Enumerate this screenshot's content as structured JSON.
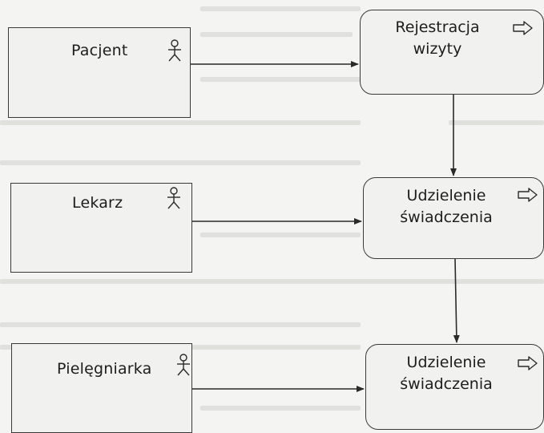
{
  "actors": [
    {
      "id": "pacjent",
      "label": "Pacjent",
      "icon": "actor-icon"
    },
    {
      "id": "lekarz",
      "label": "Lekarz",
      "icon": "actor-icon"
    },
    {
      "id": "pielegniarka",
      "label": "Pielęgniarka",
      "icon": "actor-icon"
    }
  ],
  "processes": [
    {
      "id": "rejestracja",
      "line1": "Rejestracja",
      "line2": "wizyty",
      "icon": "process-arrow-icon"
    },
    {
      "id": "udzielenie-1",
      "line1": "Udzielenie",
      "line2": "świadczenia",
      "icon": "process-arrow-icon"
    },
    {
      "id": "udzielenie-2",
      "line1": "Udzielenie",
      "line2": "świadczenia",
      "icon": "process-arrow-icon"
    }
  ],
  "colors": {
    "stroke": "#2a2a2a",
    "box_fill": "#f1f1ef",
    "paper": "#f4f4f2"
  }
}
